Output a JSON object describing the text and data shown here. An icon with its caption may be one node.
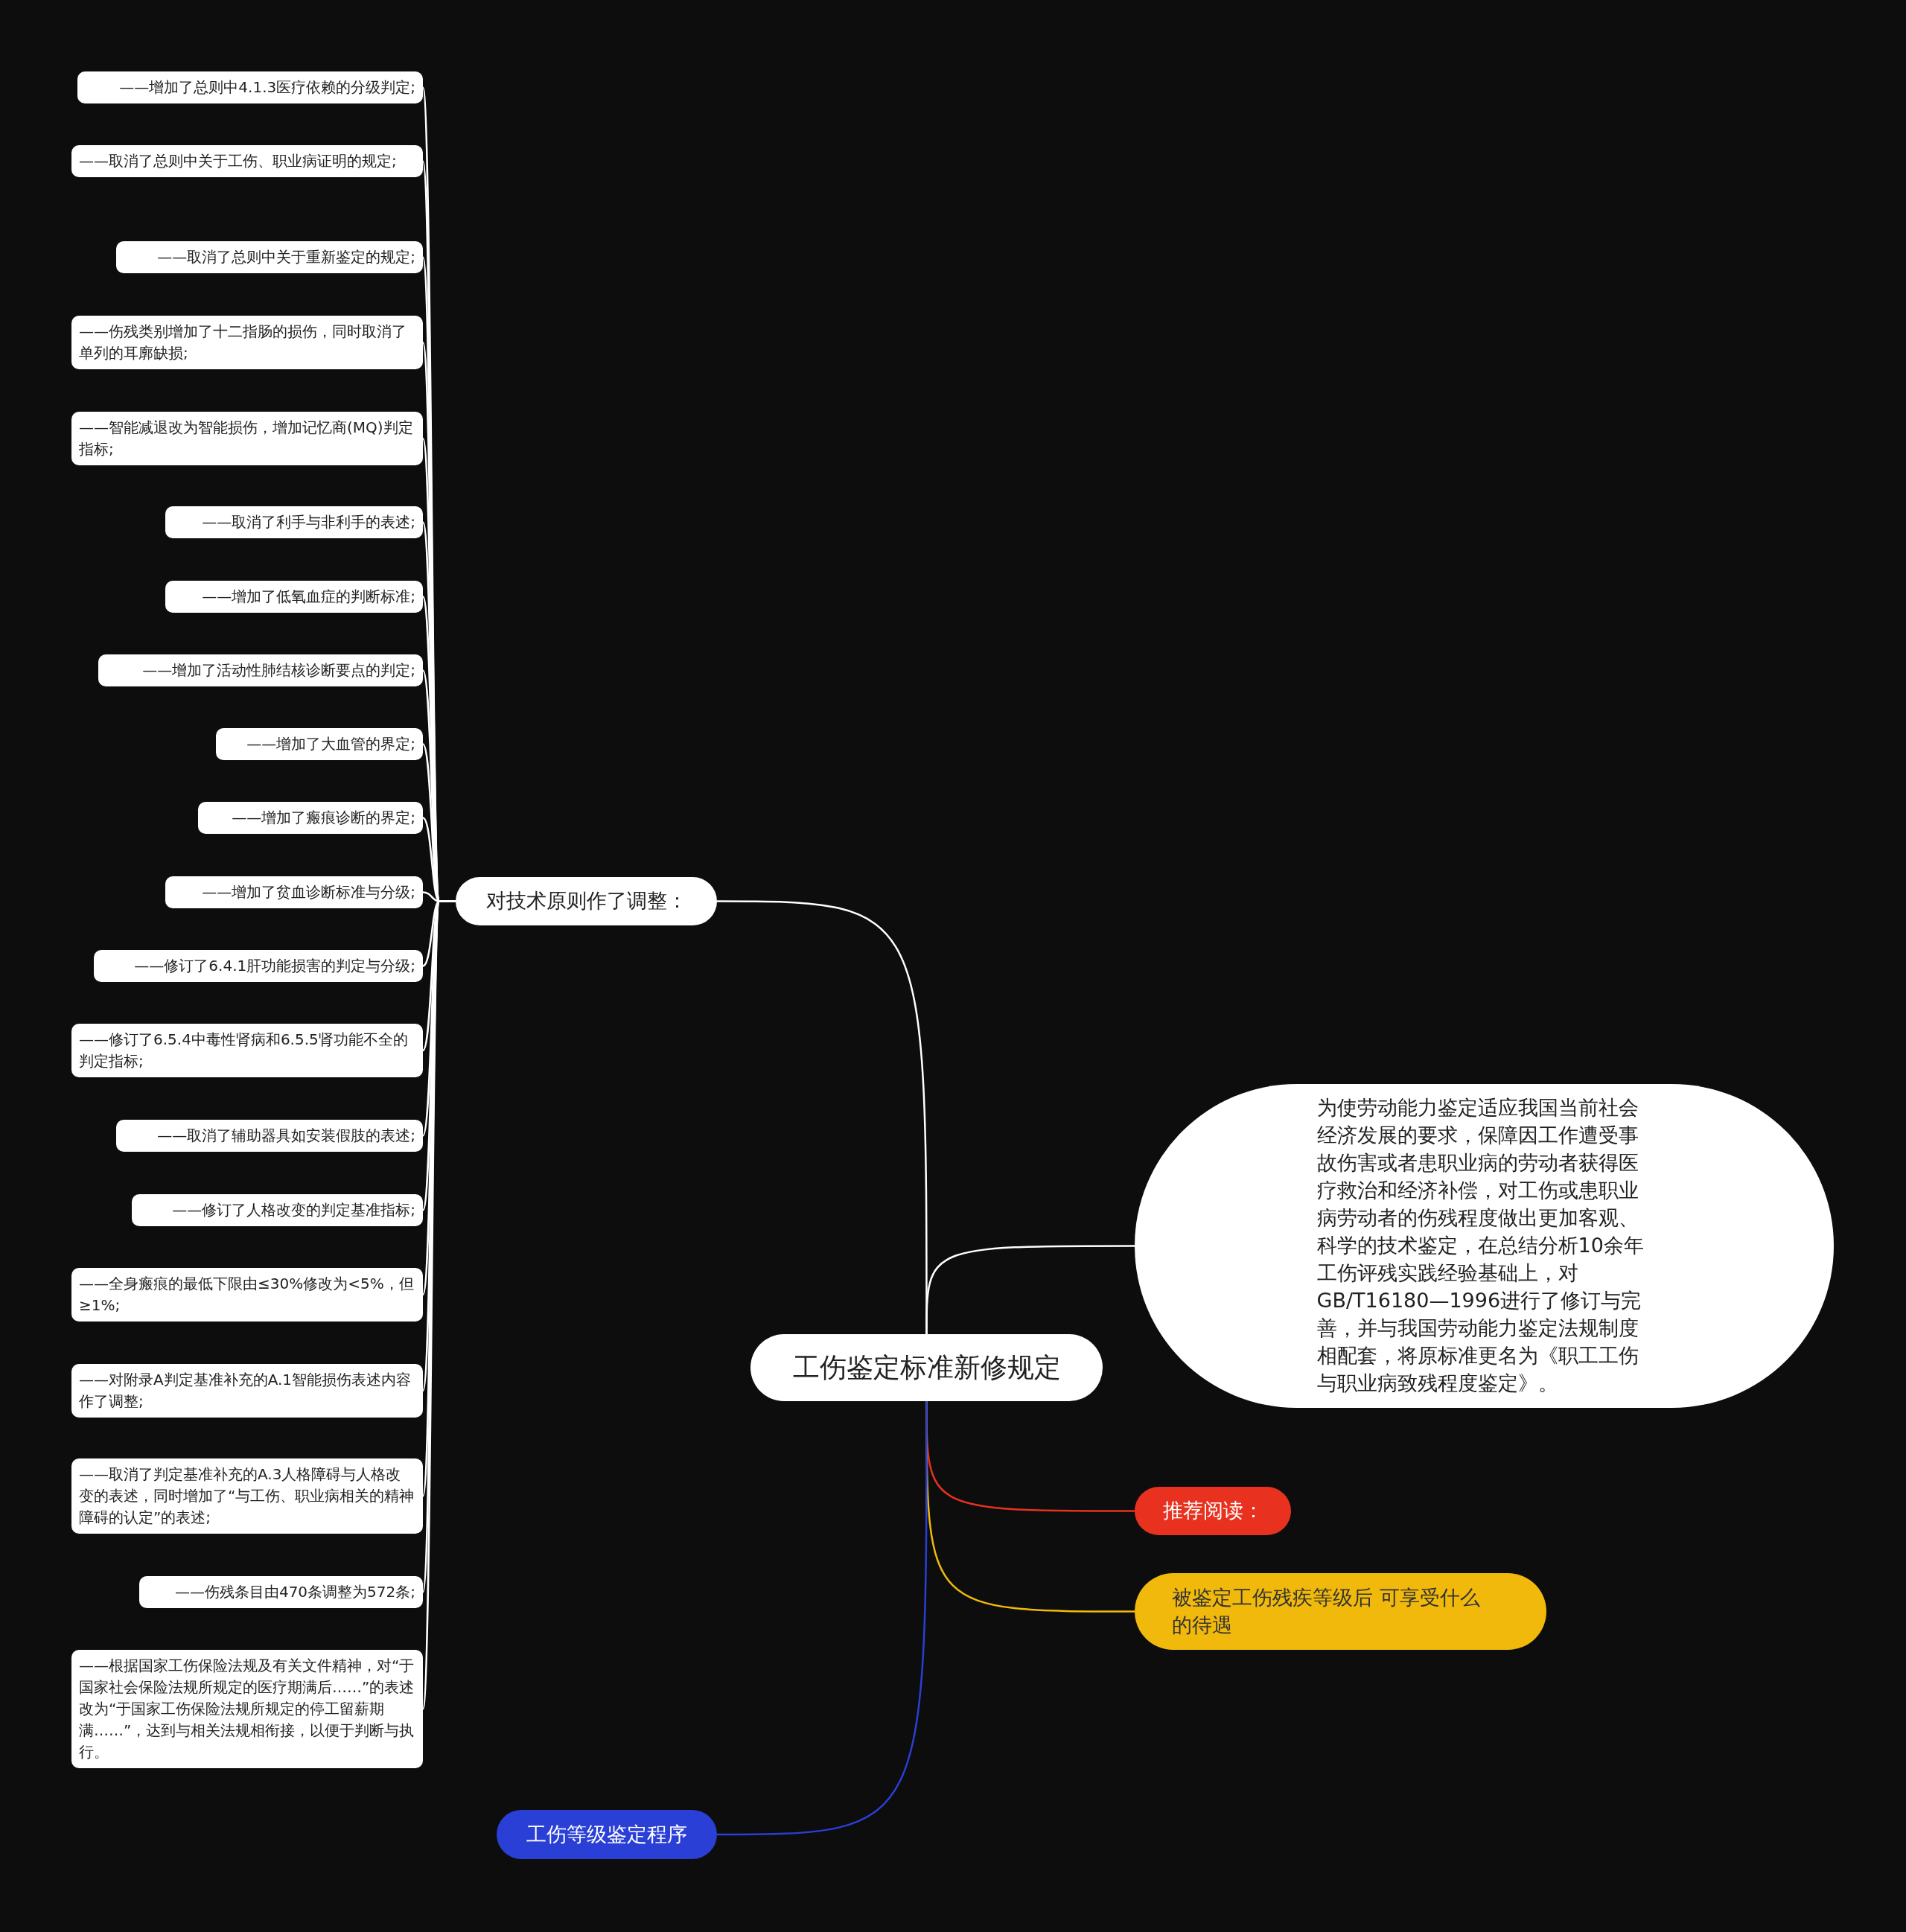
{
  "diagram": {
    "nodes": [
      {
        "text": [
          "工伤鉴定标准新修规定"
        ]
      },
      {
        "text": [
          "对技术原则作了调整："
        ]
      },
      {
        "text": [
          "——增加了总则中4.1.3医疗依赖的分级判定;"
        ]
      },
      {
        "text": [
          "——取消了总则中关于工伤、职业病证明的规定;"
        ]
      },
      {
        "text": [
          "——取消了总则中关于重新鉴定的规定;"
        ]
      },
      {
        "text": [
          "——伤残类别增加了十二指肠的损伤，同时取消了单列的耳廓缺损;"
        ]
      },
      {
        "text": [
          "——智能减退改为智能损伤，增加记忆商(MQ)判定指标;"
        ]
      },
      {
        "text": [
          "——取消了利手与非利手的表述;"
        ]
      },
      {
        "text": [
          "——增加了低氧血症的判断标准;"
        ]
      },
      {
        "text": [
          "——增加了活动性肺结核诊断要点的判定;"
        ]
      },
      {
        "text": [
          "——增加了大血管的界定;"
        ]
      },
      {
        "text": [
          "——增加了瘢痕诊断的界定;"
        ]
      },
      {
        "text": [
          "——增加了贫血诊断标准与分级;"
        ]
      },
      {
        "text": [
          "——修订了6.4.1肝功能损害的判定与分级;"
        ]
      },
      {
        "text": [
          "——修订了6.5.4中毒性肾病和6.5.5肾功能不全的判定指标;"
        ]
      },
      {
        "text": [
          "——取消了辅助器具如安装假肢的表述;"
        ]
      },
      {
        "text": [
          "——修订了人格改变的判定基准指标;"
        ]
      },
      {
        "text": [
          "——全身瘢痕的最低下限由≤30%修改为<5%，但≥1%;"
        ]
      },
      {
        "text": [
          "——对附录A判定基准补充的A.1智能损伤表述内容作了调整;"
        ]
      },
      {
        "text": [
          "——取消了判定基准补充的A.3人格障碍与人格改变的表述，同时增加了“与工伤、职业病相关的精神障碍的认定”的表述;"
        ]
      },
      {
        "text": [
          "——伤残条目由470条调整为572条;"
        ]
      },
      {
        "text": [
          "——根据国家工伤保险法规及有关文件精神，对“于国家社会保险法规所规定的医疗期满后……”的表述改为“于国家工伤保险法规所规定的停工留薪期满……”，达到与相关法规相衔接，以便于判断与执行。"
        ]
      },
      {
        "text": [
          "为使劳动能力鉴定适应我国当前社会经济发展的要求，保障因工作遭受事故伤害或者患职业病的劳动者获得医疗救治和经济补偿，对工伤或患职业病劳动者的伤残程度做出更加客观、科学的技术鉴定，在总结分析10余年工伤评残实践经验基础上，对GB/T16180—1996进行了修订与完善，并与我国劳动能力鉴定法规制度相配套，将原标准更名为《职工工伤与职业病致残程度鉴定》。"
        ]
      },
      {
        "text": [
          "推荐阅读："
        ]
      },
      {
        "text": [
          "被鉴定工伤残疾等级后 可享受什么的待遇"
        ]
      },
      {
        "text": [
          "工伤等级鉴定程序"
        ]
      }
    ],
    "edges": [
      {
        "from": 0,
        "to": 1,
        "arrow": "none"
      },
      {
        "from": 1,
        "to": 2,
        "arrow": "none"
      },
      {
        "from": 1,
        "to": 3,
        "arrow": "none"
      },
      {
        "from": 1,
        "to": 4,
        "arrow": "none"
      },
      {
        "from": 1,
        "to": 5,
        "arrow": "none"
      },
      {
        "from": 1,
        "to": 6,
        "arrow": "none"
      },
      {
        "from": 1,
        "to": 7,
        "arrow": "none"
      },
      {
        "from": 1,
        "to": 8,
        "arrow": "none"
      },
      {
        "from": 1,
        "to": 9,
        "arrow": "none"
      },
      {
        "from": 1,
        "to": 10,
        "arrow": "none"
      },
      {
        "from": 1,
        "to": 11,
        "arrow": "none"
      },
      {
        "from": 1,
        "to": 12,
        "arrow": "none"
      },
      {
        "from": 1,
        "to": 13,
        "arrow": "none"
      },
      {
        "from": 1,
        "to": 14,
        "arrow": "none"
      },
      {
        "from": 1,
        "to": 15,
        "arrow": "none"
      },
      {
        "from": 1,
        "to": 16,
        "arrow": "none"
      },
      {
        "from": 1,
        "to": 17,
        "arrow": "none"
      },
      {
        "from": 1,
        "to": 18,
        "arrow": "none"
      },
      {
        "from": 1,
        "to": 19,
        "arrow": "none"
      },
      {
        "from": 1,
        "to": 20,
        "arrow": "none"
      },
      {
        "from": 1,
        "to": 21,
        "arrow": "none"
      },
      {
        "from": 0,
        "to": 22,
        "arrow": "none"
      },
      {
        "from": 0,
        "to": 23,
        "arrow": "none",
        "color": "#e8321f"
      },
      {
        "from": 0,
        "to": 24,
        "arrow": "none",
        "color": "#f0b90b"
      },
      {
        "from": 0,
        "to": 25,
        "arrow": "none",
        "color": "#2a3fd6"
      }
    ]
  }
}
